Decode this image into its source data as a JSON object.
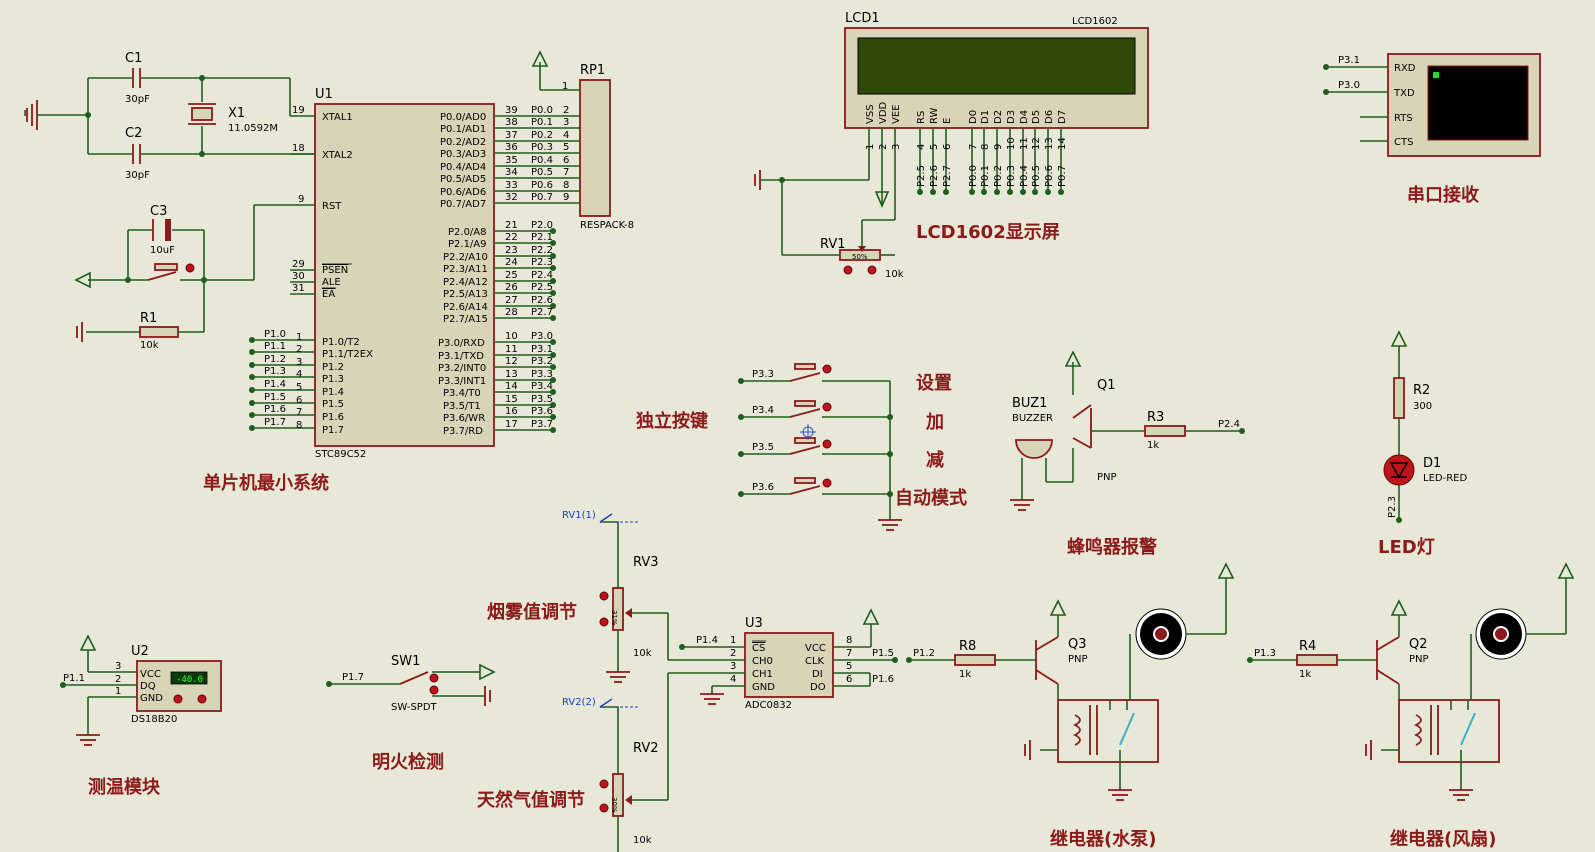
{
  "sections": {
    "mcu": "单片机最小系统",
    "lcd": "LCD1602显示屏",
    "serial": "串口接收",
    "keys": "独立按键",
    "key_set": "设置",
    "key_add": "加",
    "key_sub": "减",
    "key_auto": "自动模式",
    "buzzer": "蜂鸣器报警",
    "led": "LED灯",
    "smoke": "烟雾值调节",
    "gas": "天然气值调节",
    "fire": "明火检测",
    "temp": "测温模块",
    "relay_pump": "继电器(水泵)",
    "relay_fan": "继电器(风扇)"
  },
  "components": {
    "u1_ref": "U1",
    "u1_part": "STC89C52",
    "c1": "C1",
    "c1_val": "30pF",
    "c2": "C2",
    "c2_val": "30pF",
    "x1": "X1",
    "x1_val": "11.0592M",
    "c3": "C3",
    "c3_val": "10uF",
    "r1": "R1",
    "r1_val": "10k",
    "rp1": "RP1",
    "rp1_part": "RESPACK-8",
    "lcd1": "LCD1",
    "lcd1_part": "LCD1602",
    "rv1": "RV1",
    "rv1_val": "10k",
    "rv3": "RV3",
    "rv3_val": "10k",
    "rv2": "RV2",
    "rv2_val": "10k",
    "u3": "U3",
    "u3_part": "ADC0832",
    "u2": "U2",
    "u2_part": "DS18B20",
    "u2_reading": "-40.0",
    "sw1": "SW1",
    "sw1_part": "SW-SPDT",
    "buz1": "BUZ1",
    "buz1_part": "BUZZER",
    "q1": "Q1",
    "q1_part": "PNP",
    "r3": "R3",
    "r3_val": "1k",
    "r2": "R2",
    "r2_val": "300",
    "d1": "D1",
    "d1_part": "LED-RED",
    "r8": "R8",
    "r8_val": "1k",
    "q3": "Q3",
    "q3_part": "PNP",
    "r4": "R4",
    "r4_val": "1k",
    "q2": "Q2",
    "q2_part": "PNP",
    "rv1_probe": "RV1(1)",
    "rv2_probe": "RV2(2)"
  },
  "u1_left_pins": [
    {
      "num": "19",
      "name": "XTAL1"
    },
    {
      "num": "18",
      "name": "XTAL2"
    },
    {
      "num": "9",
      "name": "RST"
    },
    {
      "num": "29",
      "name": "PSEN"
    },
    {
      "num": "30",
      "name": "ALE"
    },
    {
      "num": "31",
      "name": "EA"
    }
  ],
  "u1_p1": [
    {
      "net": "P1.0",
      "num": "1",
      "name": "P1.0/T2"
    },
    {
      "net": "P1.1",
      "num": "2",
      "name": "P1.1/T2EX"
    },
    {
      "net": "P1.2",
      "num": "3",
      "name": "P1.2"
    },
    {
      "net": "P1.3",
      "num": "4",
      "name": "P1.3"
    },
    {
      "net": "P1.4",
      "num": "5",
      "name": "P1.4"
    },
    {
      "net": "P1.5",
      "num": "6",
      "name": "P1.5"
    },
    {
      "net": "P1.6",
      "num": "7",
      "name": "P1.6"
    },
    {
      "net": "P1.7",
      "num": "8",
      "name": "P1.7"
    }
  ],
  "u1_p0": [
    {
      "name": "P0.0/AD0",
      "num": "39",
      "net": "P0.0",
      "rp": "2"
    },
    {
      "name": "P0.1/AD1",
      "num": "38",
      "net": "P0.1",
      "rp": "3"
    },
    {
      "name": "P0.2/AD2",
      "num": "37",
      "net": "P0.2",
      "rp": "4"
    },
    {
      "name": "P0.3/AD3",
      "num": "36",
      "net": "P0.3",
      "rp": "5"
    },
    {
      "name": "P0.4/AD4",
      "num": "35",
      "net": "P0.4",
      "rp": "6"
    },
    {
      "name": "P0.5/AD5",
      "num": "34",
      "net": "P0.5",
      "rp": "7"
    },
    {
      "name": "P0.6/AD6",
      "num": "33",
      "net": "P0.6",
      "rp": "8"
    },
    {
      "name": "P0.7/AD7",
      "num": "32",
      "net": "P0.7",
      "rp": "9"
    }
  ],
  "rp1_pin1": "1",
  "u1_p2": [
    {
      "name": "P2.0/A8",
      "num": "21",
      "net": "P2.0"
    },
    {
      "name": "P2.1/A9",
      "num": "22",
      "net": "P2.1"
    },
    {
      "name": "P2.2/A10",
      "num": "23",
      "net": "P2.2"
    },
    {
      "name": "P2.3/A11",
      "num": "24",
      "net": "P2.3"
    },
    {
      "name": "P2.4/A12",
      "num": "25",
      "net": "P2.4"
    },
    {
      "name": "P2.5/A13",
      "num": "26",
      "net": "P2.5"
    },
    {
      "name": "P2.6/A14",
      "num": "27",
      "net": "P2.6"
    },
    {
      "name": "P2.7/A15",
      "num": "28",
      "net": "P2.7"
    }
  ],
  "u1_p3": [
    {
      "name": "P3.0/RXD",
      "num": "10",
      "net": "P3.0"
    },
    {
      "name": "P3.1/TXD",
      "num": "11",
      "net": "P3.1"
    },
    {
      "name": "P3.2/INT0",
      "num": "12",
      "net": "P3.2"
    },
    {
      "name": "P3.3/INT1",
      "num": "13",
      "net": "P3.3"
    },
    {
      "name": "P3.4/T0",
      "num": "14",
      "net": "P3.4"
    },
    {
      "name": "P3.5/T1",
      "num": "15",
      "net": "P3.5"
    },
    {
      "name": "P3.6/WR",
      "num": "16",
      "net": "P3.6"
    },
    {
      "name": "P3.7/RD",
      "num": "17",
      "net": "P3.7"
    }
  ],
  "lcd_pins": [
    {
      "name": "VSS",
      "num": "1"
    },
    {
      "name": "VDD",
      "num": "2"
    },
    {
      "name": "VEE",
      "num": "3"
    },
    {
      "name": "RS",
      "num": "4",
      "net": "P2.5"
    },
    {
      "name": "RW",
      "num": "5",
      "net": "P2.6"
    },
    {
      "name": "E",
      "num": "6",
      "net": "P2.7"
    },
    {
      "name": "D0",
      "num": "7",
      "net": "P0.0"
    },
    {
      "name": "D1",
      "num": "8",
      "net": "P0.1"
    },
    {
      "name": "D2",
      "num": "9",
      "net": "P0.2"
    },
    {
      "name": "D3",
      "num": "10",
      "net": "P0.3"
    },
    {
      "name": "D4",
      "num": "11",
      "net": "P0.4"
    },
    {
      "name": "D5",
      "num": "12",
      "net": "P0.5"
    },
    {
      "name": "D6",
      "num": "13",
      "net": "P0.6"
    },
    {
      "name": "D7",
      "num": "14",
      "net": "P0.7"
    }
  ],
  "serial_pins": [
    {
      "name": "RXD",
      "net": "P3.1"
    },
    {
      "name": "TXD",
      "net": "P3.0"
    },
    {
      "name": "RTS",
      "net": ""
    },
    {
      "name": "CTS",
      "net": ""
    }
  ],
  "key_nets": [
    "P3.3",
    "P3.4",
    "P3.5",
    "P3.6"
  ],
  "adc_left": [
    {
      "name": "CS",
      "num": "1",
      "net": "P1.4"
    },
    {
      "name": "CH0",
      "num": "2",
      "net": ""
    },
    {
      "name": "CH1",
      "num": "3",
      "net": ""
    },
    {
      "name": "GND",
      "num": "4",
      "net": ""
    }
  ],
  "adc_right": [
    {
      "name": "VCC",
      "num": "8",
      "net": ""
    },
    {
      "name": "CLK",
      "num": "7",
      "net": "P1.5"
    },
    {
      "name": "DI",
      "num": "5",
      "net": "P1.6"
    },
    {
      "name": "DO",
      "num": "6",
      "net": ""
    }
  ],
  "ds_pins": [
    {
      "name": "VCC",
      "num": "3"
    },
    {
      "name": "DQ",
      "num": "2",
      "net": "P1.1"
    },
    {
      "name": "GND",
      "num": "1"
    }
  ],
  "misc_nets": {
    "sw1_net": "P1.7",
    "buz_net": "P2.4",
    "led_net": "P2.3",
    "pump_net": "P1.2",
    "fan_net": "P1.3"
  },
  "pot_pct": {
    "rv1": "50%",
    "rv3": "31%",
    "rv2": "30%"
  },
  "colors": {
    "wire": "#1f5e1f",
    "body": "#d8d4b8",
    "outline": "#8b1a1a",
    "title": "#8b1a1a",
    "lcd_screen": "#2f4a06"
  }
}
